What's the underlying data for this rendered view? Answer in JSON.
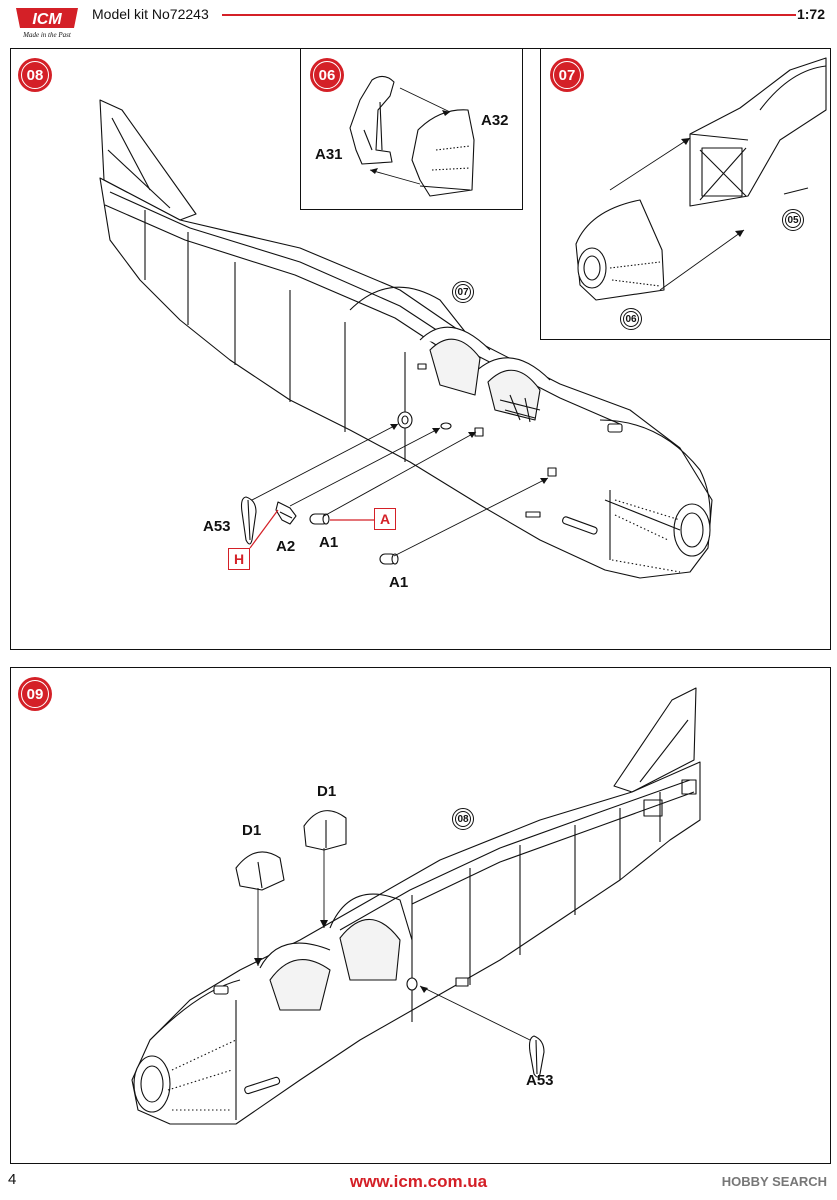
{
  "header": {
    "brand": "ICM",
    "tagline": "Made in the Past",
    "kit_label": "Model kit No72243",
    "scale": "1:72"
  },
  "step08": {
    "number": "08",
    "ref_steps": [
      "07"
    ],
    "parts": [
      "A53",
      "A2",
      "A1",
      "A1"
    ],
    "paint_codes": [
      "H",
      "A"
    ]
  },
  "step06": {
    "number": "06",
    "parts": [
      "A31",
      "A32"
    ]
  },
  "step07": {
    "number": "07",
    "ref_steps": [
      "05",
      "06"
    ]
  },
  "step09": {
    "number": "09",
    "ref_steps": [
      "08"
    ],
    "parts": [
      "D1",
      "D1",
      "A53"
    ]
  },
  "footer": {
    "page_number": "4",
    "url": "www.icm.com.ua",
    "watermark": "HOBBY SEARCH"
  },
  "colors": {
    "accent_red": "#d42027",
    "line": "#111111"
  }
}
